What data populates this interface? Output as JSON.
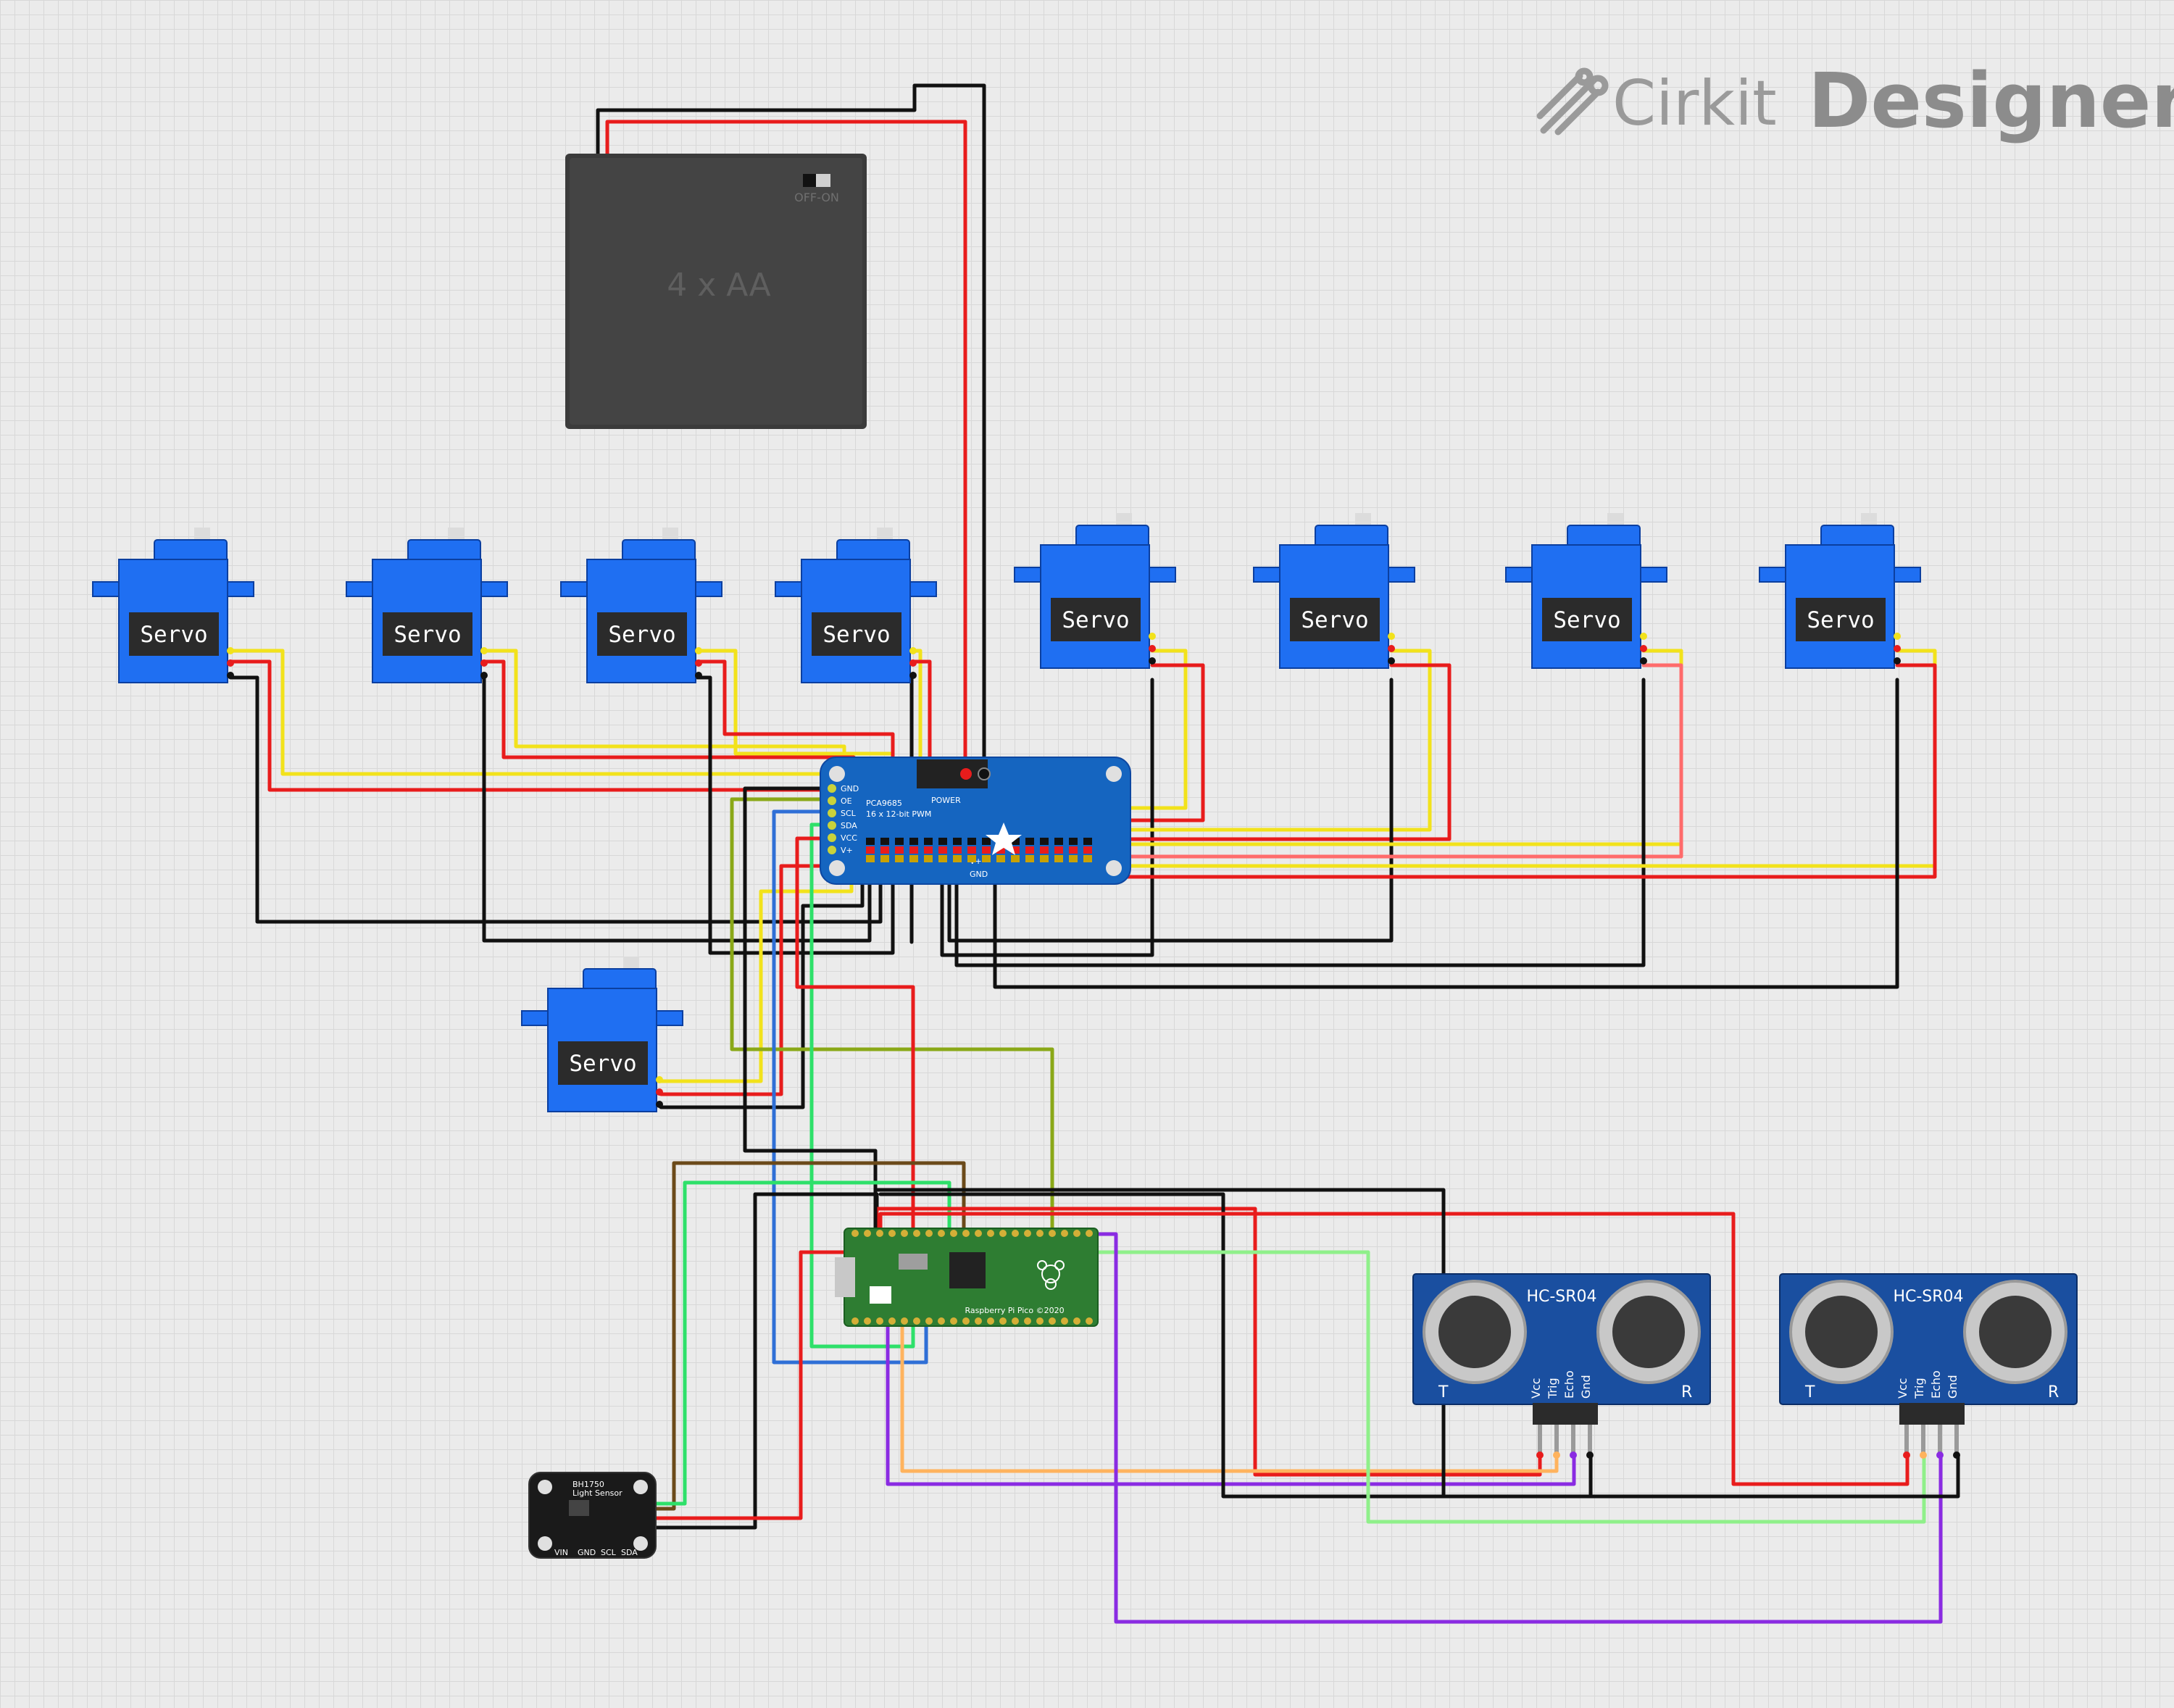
{
  "app": {
    "logo_light": "Cirkit",
    "logo_bold": "Designer"
  },
  "battery": {
    "label": "4 x AA",
    "switch_label": "OFF-ON"
  },
  "servo_label": "Servo",
  "pwm_driver": {
    "title": "PCA9685",
    "subtitle": "16 x 12-bit PWM",
    "pins_left": [
      "GND",
      "OE",
      "SCL",
      "SDA",
      "VCC",
      "V+"
    ],
    "power_label": "POWER",
    "power_pins": [
      "V+",
      "GND"
    ]
  },
  "pico": {
    "name": "Raspberry Pi Pico ©2020"
  },
  "light_sensor": {
    "name": "BH1750",
    "subtitle": "Light Sensor",
    "pins": [
      "VIN",
      "GND",
      "SCL",
      "SDA"
    ]
  },
  "ultrasonic": {
    "name": "HC-SR04",
    "pins": [
      "Vcc",
      "Trig",
      "Echo",
      "Gnd"
    ],
    "left_mark": "T",
    "right_mark": "R"
  },
  "colors": {
    "wire_black": "#111111",
    "wire_red": "#e81c1c",
    "wire_yellow": "#f2e21b",
    "wire_olive": "#8aa817",
    "wire_blue": "#2f6fd6",
    "wire_green": "#2ee06a",
    "wire_lightgreen": "#8ff08a",
    "wire_brown": "#6b4a1a",
    "wire_orange": "#ffb35e",
    "wire_purple": "#8a2be2",
    "wire_salmon": "#ff6b6b",
    "servo_blue": "#1f6ff2",
    "board_blue": "#1565c0",
    "pico_green": "#2e7d32",
    "sensor_blue": "#1a4fa0"
  }
}
